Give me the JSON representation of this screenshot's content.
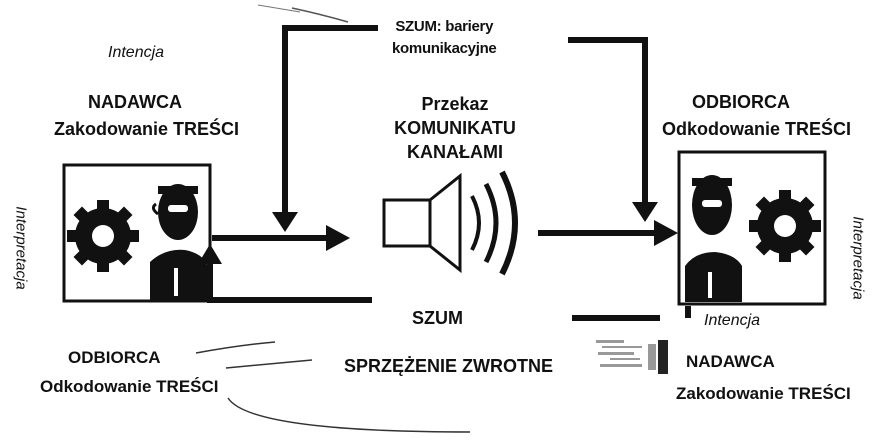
{
  "top_noise": {
    "line1": "SZUM: bariery",
    "line2": "komunikacyjne"
  },
  "sender": {
    "intention": "Intencja",
    "title": "NADAWCA",
    "action": "Zakodowanie TREŚCI",
    "side_label": "Interpretacja"
  },
  "channel": {
    "line1": "Przekaz",
    "line2": "KOMUNIKATU",
    "line3": "KANAŁAMI"
  },
  "receiver": {
    "title": "ODBIORCA",
    "action": "Odkodowanie TREŚCI",
    "side_label": "Interpretacja"
  },
  "feedback": {
    "noise": "SZUM",
    "label": "SPRZĘŻENIE ZWROTNE",
    "left_title": "ODBIORCA",
    "left_action": "Odkodowanie TREŚCI",
    "right_intention": "Intencja",
    "right_title": "NADAWCA",
    "right_action": "Zakodowanie TREŚCI"
  }
}
